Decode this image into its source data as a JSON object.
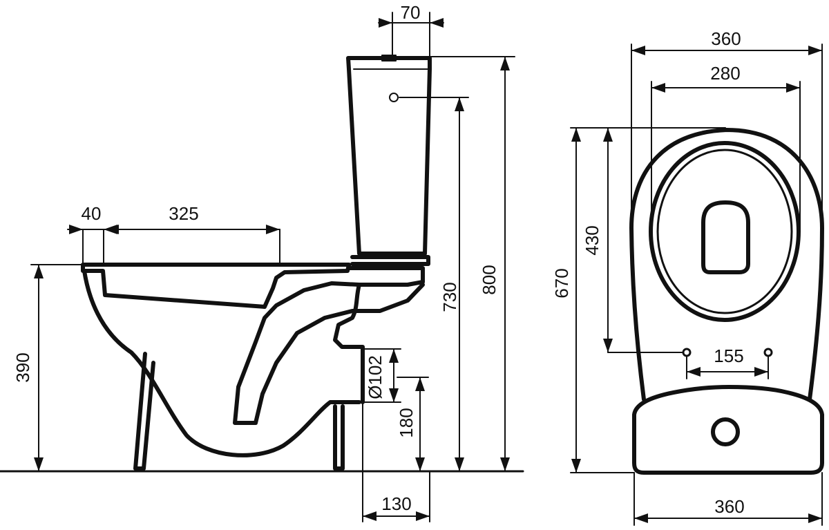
{
  "colors": {
    "ink": "#111111",
    "background": "#ffffff"
  },
  "side_view": {
    "dims": {
      "tank_depth": "70",
      "rim_thickness": "40",
      "bowl_opening": "325",
      "rim_height": "390",
      "inlet_height": "730",
      "total_height": "800",
      "outlet_diameter": "Ø102",
      "outlet_height": "180",
      "outlet_offset": "130"
    }
  },
  "top_view": {
    "dims": {
      "outer_width": "360",
      "inner_width": "280",
      "total_length": "670",
      "hinge_length": "430",
      "hinge_spacing": "155",
      "base_width": "360"
    }
  }
}
